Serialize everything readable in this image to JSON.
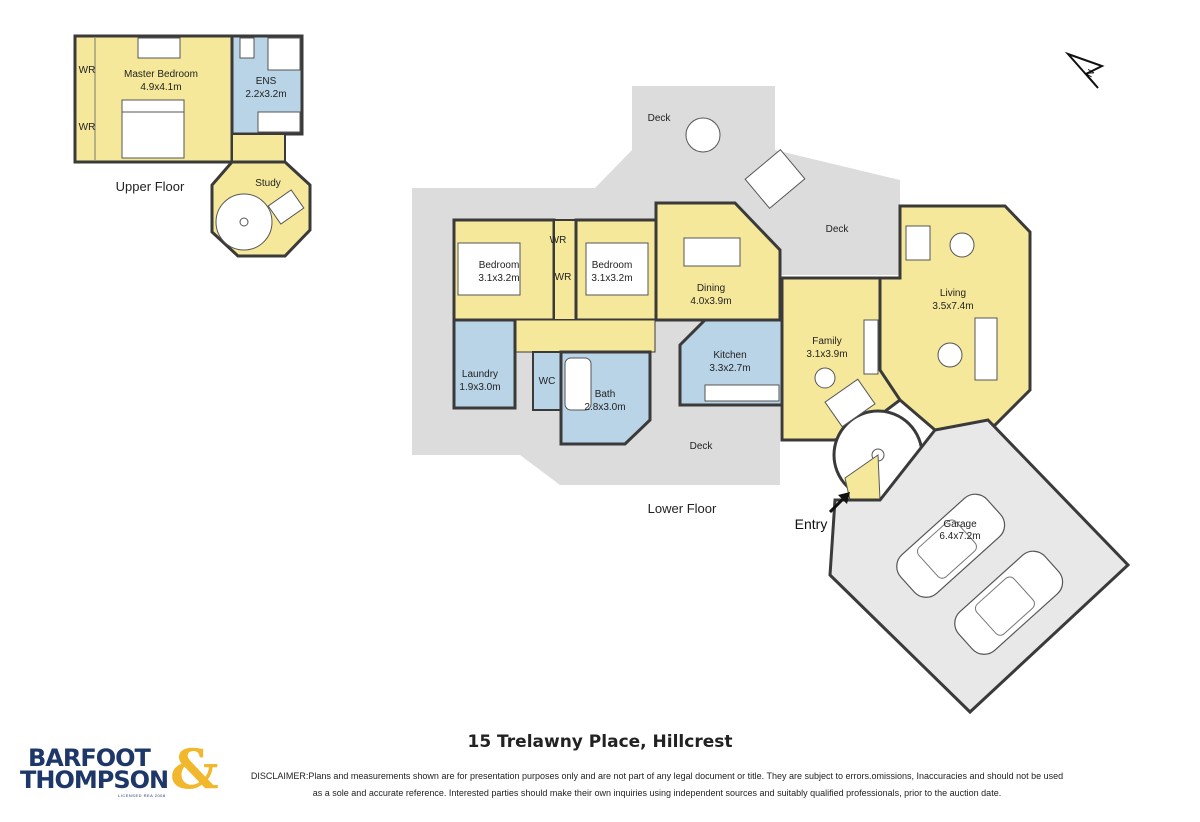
{
  "floors": {
    "upper": "Upper Floor",
    "lower": "Lower Floor"
  },
  "rooms": {
    "master": {
      "name": "Master Bedroom",
      "dim": "4.9x4.1m"
    },
    "ens": {
      "name": "ENS",
      "dim": "2.2x3.2m"
    },
    "study": {
      "name": "Study"
    },
    "wr": "WR",
    "bed1": {
      "name": "Bedroom",
      "dim": "3.1x3.2m"
    },
    "bed2": {
      "name": "Bedroom",
      "dim": "3.1x3.2m"
    },
    "dining": {
      "name": "Dining",
      "dim": "4.0x3.9m"
    },
    "laundry": {
      "name": "Laundry",
      "dim": "1.9x3.0m"
    },
    "wc": {
      "name": "WC"
    },
    "bath": {
      "name": "Bath",
      "dim": "2.8x3.0m"
    },
    "kitchen": {
      "name": "Kitchen",
      "dim": "3.3x2.7m"
    },
    "family": {
      "name": "Family",
      "dim": "3.1x3.9m"
    },
    "living": {
      "name": "Living",
      "dim": "3.5x7.4m"
    },
    "garage": {
      "name": "Garage",
      "dim": "6.4x7.2m"
    },
    "deck": "Deck"
  },
  "entry": "Entry",
  "compass_letter": "N",
  "address": "15 Trelawny Place, Hillcrest",
  "disclaimer": {
    "line1": "DISCLAIMER:Plans and measurements shown are for presentation purposes only and are not part of any legal document or title. They are subject to errors.omissions, Inaccuracies and should not be used",
    "line2": "as a sole and accurate reference. Interested parties should make their own inquiries using independent sources and suitably qualified professionals, prior to the auction date."
  },
  "logo": {
    "line1": "BARFOOT",
    "line2": "THOMPSON",
    "amp": "&",
    "tagline": "LICENSED REA 2008"
  },
  "colors": {
    "bedroom": "#f5e89a",
    "wet": "#b9d3e7",
    "deck": "#dcdcdc",
    "garage": "#e8e8e8",
    "wall": "#3a3a3a",
    "logo_blue": "#1d3768",
    "logo_gold": "#f2b82d"
  }
}
